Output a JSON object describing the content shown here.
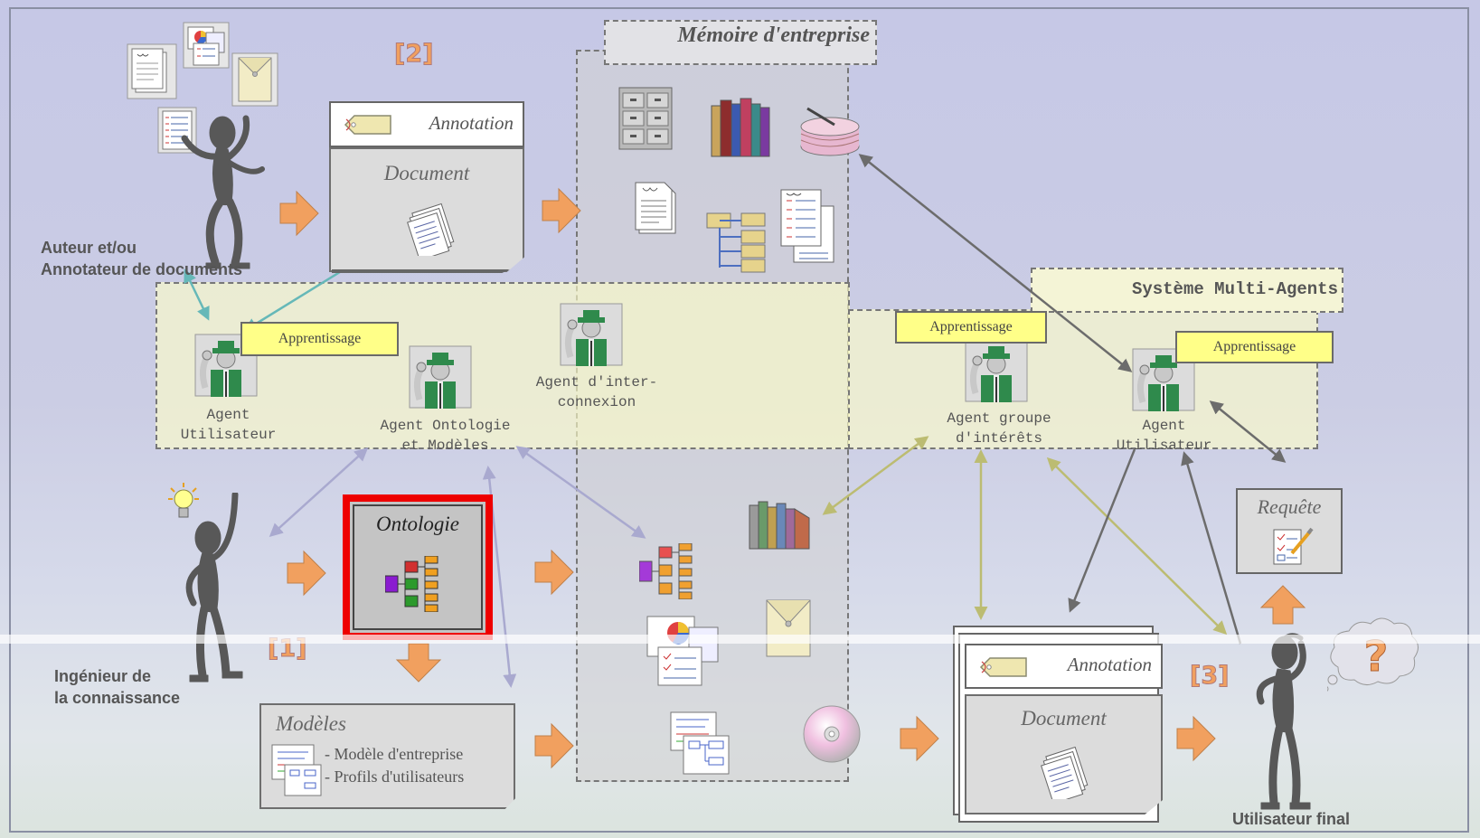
{
  "memoire": {
    "title": "Mémoire d'entreprise"
  },
  "sma": {
    "title": "Système Multi-Agents"
  },
  "steps": {
    "s1": "[1]",
    "s2": "[2]",
    "s3": "[3]"
  },
  "roles": {
    "author": [
      "Auteur et/ou",
      "Annotateur de documents"
    ],
    "engineer": [
      "Ingénieur de",
      "la connaissance"
    ],
    "enduser": "Utilisateur final"
  },
  "docs": {
    "annotation": "Annotation",
    "document": "Document",
    "ontologie": "Ontologie",
    "modeles": "Modèles",
    "modeles_items": [
      "- Modèle d'entreprise",
      "- Profils d'utilisateurs"
    ],
    "requete": "Requête"
  },
  "agents": {
    "apprentissage": "Apprentissage",
    "user_left": [
      "Agent",
      "Utilisateur"
    ],
    "ontology": [
      "Agent Ontologie",
      "et Modèles"
    ],
    "interconnexion": [
      "Agent d'inter-",
      "connexion"
    ],
    "interest_group": [
      "Agent groupe",
      "d'intérêts"
    ],
    "user_right": [
      "Agent",
      "Utilisateur"
    ]
  },
  "colors": {
    "arrow_orange": "#f1a05f",
    "agent_yellow": "#ffff88",
    "highlight_red": "#ee0000",
    "line_teal": "#66b8b8",
    "line_lavender": "#a9a9cf",
    "line_olive": "#bcbc72",
    "line_gray": "#6c6c6c"
  }
}
